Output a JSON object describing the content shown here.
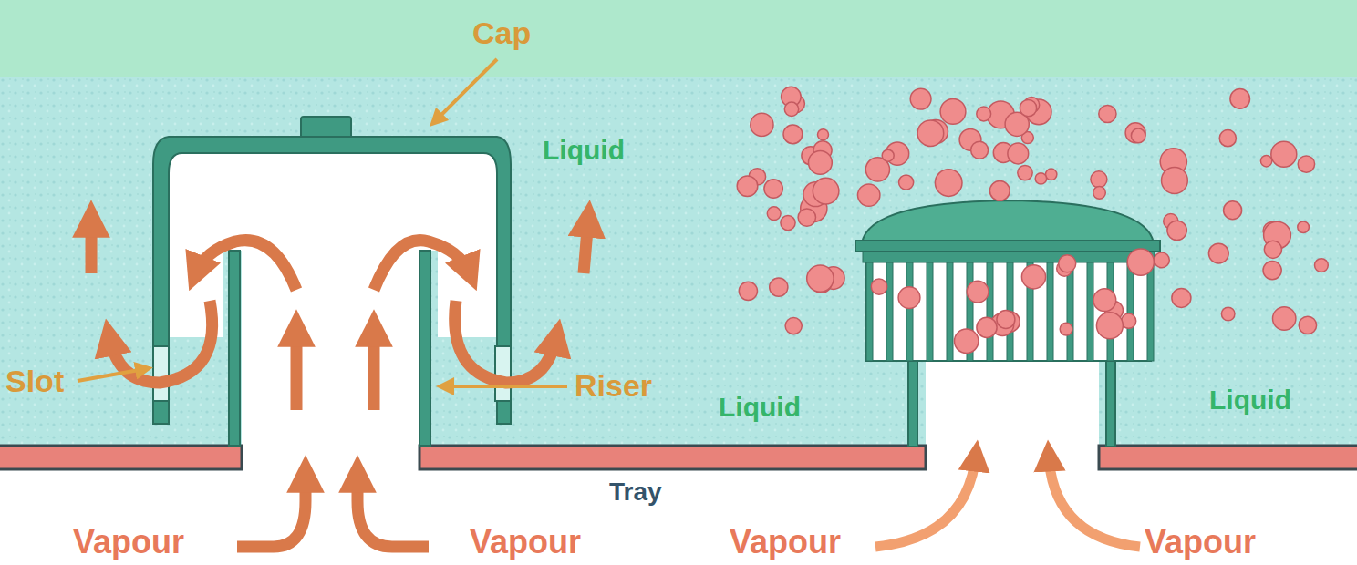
{
  "diagram": {
    "labels": [
      "Cap",
      "Liquid",
      "Slot",
      "Riser",
      "Liquid",
      "Liquid",
      "Tray",
      "Vapour",
      "Vapour",
      "Vapour",
      "Vapour"
    ]
  }
}
